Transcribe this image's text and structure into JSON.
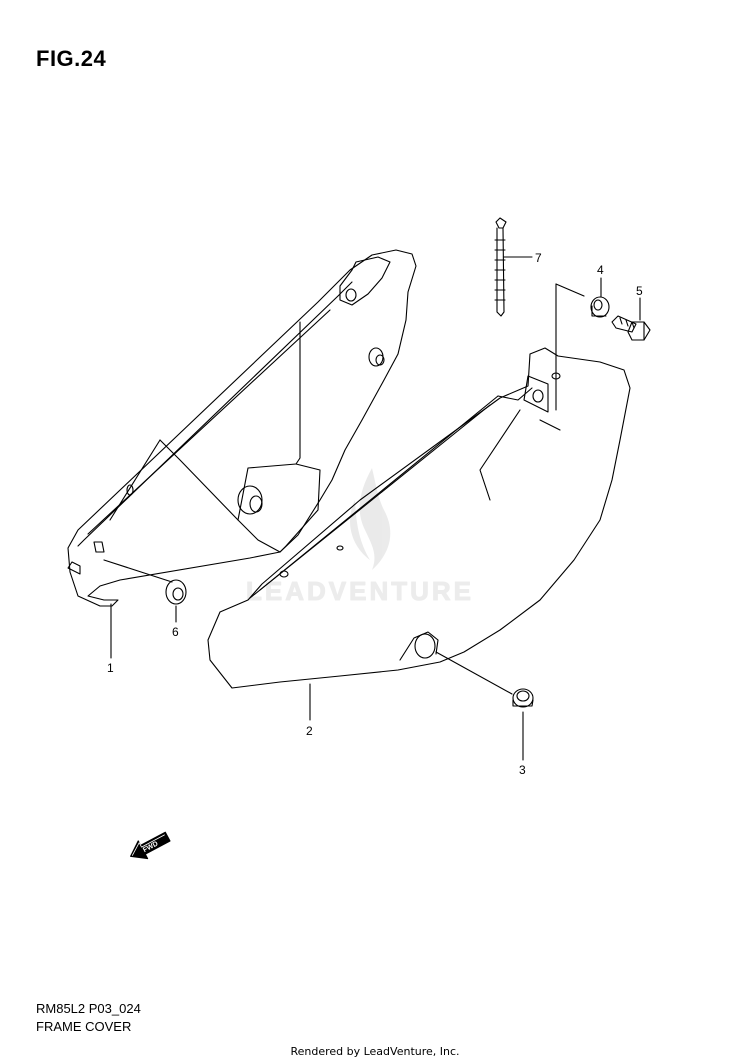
{
  "figure": {
    "title": "FIG.24"
  },
  "callouts": [
    {
      "id": "1",
      "label": "1"
    },
    {
      "id": "2",
      "label": "2"
    },
    {
      "id": "3",
      "label": "3"
    },
    {
      "id": "4",
      "label": "4"
    },
    {
      "id": "5",
      "label": "5"
    },
    {
      "id": "6",
      "label": "6"
    },
    {
      "id": "7",
      "label": "7"
    }
  ],
  "watermark": {
    "text": "LEADVENTURE"
  },
  "direction_arrow": {
    "label": "FWD"
  },
  "footer": {
    "code": "RM85L2 P03_024",
    "name": "FRAME COVER",
    "rendered_by": "Rendered by LeadVenture, Inc."
  }
}
